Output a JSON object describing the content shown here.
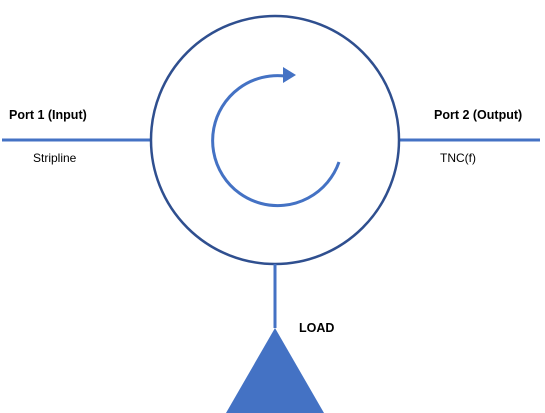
{
  "ports": {
    "port1": {
      "title": "Port 1 (Input)",
      "connector": "Stripline"
    },
    "port2": {
      "title": "Port 2 (Output)",
      "connector": "TNC(f)"
    }
  },
  "load": {
    "label": "LOAD"
  },
  "colors": {
    "circle_stroke": "#2f4f8f",
    "line": "#4472c4",
    "triangle_fill": "#4472c4"
  },
  "icons": {
    "rotation_arrow": "clockwise-arrow-icon"
  }
}
